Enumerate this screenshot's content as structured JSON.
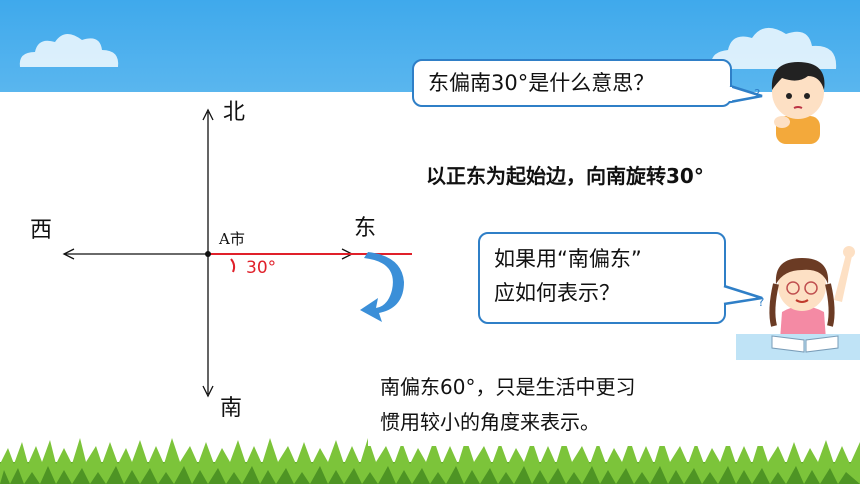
{
  "compass": {
    "north": "北",
    "south": "南",
    "west": "西",
    "east": "东",
    "city": "A市",
    "angle": "30°"
  },
  "bubble_question": "东偏南30°是什么意思？",
  "answer_box": "以正东为起始边，向南旋转30°",
  "bubble_girl": {
    "line1": "如果用“南偏东”",
    "line2": "应如何表示？"
  },
  "explain_box": {
    "line1": "南偏东60°，只是生活中更习",
    "line2": "惯用较小的角度来表示。"
  },
  "colors": {
    "sky": "#3fa9ec",
    "bubble_border": "#2f7fc7",
    "direction_line": "#e0202a",
    "arrow_blue": "#3b8fd8"
  }
}
